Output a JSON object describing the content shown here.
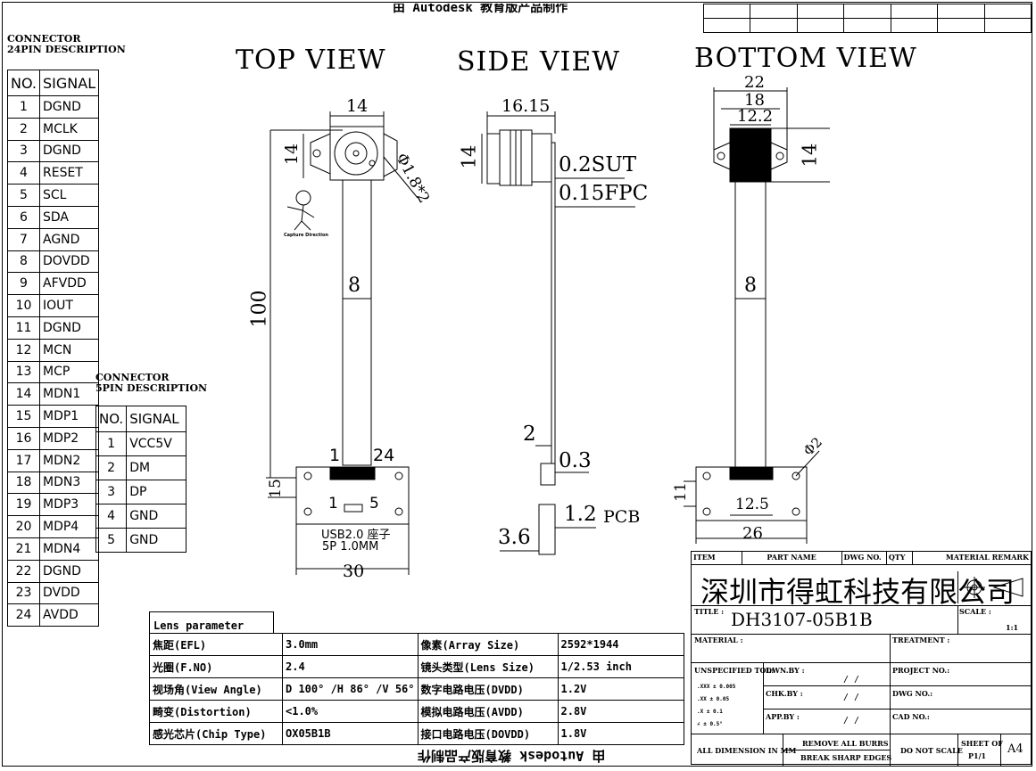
{
  "top_banner": "由 Autodesk 教育版产品制作",
  "bottom_banner": "由 Autodesk 教育版产品制作",
  "connector24": {
    "title_line1": "CONNECTOR",
    "title_line2": "24PIN DESCRIPTION",
    "col_no": "NO.",
    "col_signal": "SIGNAL",
    "pins": [
      {
        "no": "1",
        "signal": "DGND"
      },
      {
        "no": "2",
        "signal": "MCLK"
      },
      {
        "no": "3",
        "signal": "DGND"
      },
      {
        "no": "4",
        "signal": "RESET"
      },
      {
        "no": "5",
        "signal": "SCL"
      },
      {
        "no": "6",
        "signal": "SDA"
      },
      {
        "no": "7",
        "signal": "AGND"
      },
      {
        "no": "8",
        "signal": "DOVDD"
      },
      {
        "no": "9",
        "signal": "AFVDD"
      },
      {
        "no": "10",
        "signal": "IOUT"
      },
      {
        "no": "11",
        "signal": "DGND"
      },
      {
        "no": "12",
        "signal": "MCN"
      },
      {
        "no": "13",
        "signal": "MCP"
      },
      {
        "no": "14",
        "signal": "MDN1"
      },
      {
        "no": "15",
        "signal": "MDP1"
      },
      {
        "no": "16",
        "signal": "MDP2"
      },
      {
        "no": "17",
        "signal": "MDN2"
      },
      {
        "no": "18",
        "signal": "MDN3"
      },
      {
        "no": "19",
        "signal": "MDP3"
      },
      {
        "no": "20",
        "signal": "MDP4"
      },
      {
        "no": "21",
        "signal": "MDN4"
      },
      {
        "no": "22",
        "signal": "DGND"
      },
      {
        "no": "23",
        "signal": "DVDD"
      },
      {
        "no": "24",
        "signal": "AVDD"
      }
    ]
  },
  "connector5": {
    "title_line1": "CONNECTOR",
    "title_line2": "5PIN DESCRIPTION",
    "col_no": "NO.",
    "col_signal": "SIGNAL",
    "pins": [
      {
        "no": "1",
        "signal": "VCC5V"
      },
      {
        "no": "2",
        "signal": "DM"
      },
      {
        "no": "3",
        "signal": "DP"
      },
      {
        "no": "4",
        "signal": "GND"
      },
      {
        "no": "5",
        "signal": "GND"
      }
    ]
  },
  "views": {
    "top": "TOP VIEW",
    "side": "SIDE VIEW",
    "bottom": "BOTTOM VIEW"
  },
  "top_view": {
    "dim_width": "14",
    "dim_height": "14",
    "dim_hole": "Φ1.8*2",
    "dim_length": "100",
    "dim_fpc": "8",
    "dim_board_h": "15",
    "dim_board_w": "30",
    "pin_first": "1",
    "pin_last": "24",
    "usb_pin_first": "1",
    "usb_pin_last": "5",
    "usb_label1": "USB2.0 座子",
    "usb_label2": "5P 1.0MM",
    "mascot_caption": "Capture Direction"
  },
  "side_view": {
    "dim_width": "16.15",
    "dim_height": "14",
    "dim_sut": "0.2SUT",
    "dim_fpc": "0.15FPC",
    "dim_2": "2",
    "dim_03": "0.3",
    "dim_pcb_val": "1.2",
    "dim_pcb_unit": "PCB",
    "dim_36": "3.6"
  },
  "bottom_view": {
    "dim_22": "22",
    "dim_18": "18",
    "dim_122": "12.2",
    "dim_14": "14",
    "dim_8": "8",
    "dim_11": "11",
    "dim_125": "12.5",
    "dim_26": "26",
    "dim_hole": "Φ2"
  },
  "lens": {
    "title": "Lens parameter",
    "rows": [
      {
        "k1": "焦距(EFL)",
        "v1": "3.0mm",
        "k2": "像素(Array Size)",
        "v2": "2592*1944"
      },
      {
        "k1": "光圈(F.NO)",
        "v1": "2.4",
        "k2": "镜头类型(Lens Size)",
        "v2": "1/2.53 inch"
      },
      {
        "k1": "视场角(View Angle)",
        "v1": "D 100° /H 86° /V 56°",
        "k2": "数字电路电压(DVDD)",
        "v2": "1.2V"
      },
      {
        "k1": "畸变(Distortion)",
        "v1": "<1.0%",
        "k2": "模拟电路电压(AVDD)",
        "v2": "2.8V"
      },
      {
        "k1": "感光芯片(Chip Type)",
        "v1": "OX05B1B",
        "k2": "接口电路电压(DOVDD)",
        "v2": "1.8V"
      }
    ]
  },
  "title_block": {
    "h_item": "ITEM",
    "h_part": "PART NAME",
    "h_dwg": "DWG NO.",
    "h_qty": "QTY",
    "h_material": "MATERIAL",
    "h_remark": "REMARK",
    "company": "深圳市得虹科技有限公司",
    "title_label": "TITLE :",
    "title_value": "DH3107-05B1B",
    "scale_label": "SCALE :",
    "scale_value": "1:1",
    "material_label": "MATERIAL :",
    "treatment_label": "TREATMENT :",
    "tol_label": "UNSPECIFIED TOL:",
    "tol_xxx": ".XXX ± 0.005",
    "tol_xx": ".XX ± 0.05",
    "tol_x": ".X ± 0.1",
    "tol_ang": "∠ ± 0.5°",
    "dwn": "DWN.BY :",
    "chk": "CHK.BY :",
    "app": "APP.BY :",
    "slash": "/ /",
    "project": "PROJECT NO.:",
    "dwg_no": "DWG NO.:",
    "cad_no": "CAD NO.:",
    "all_dim": "ALL DIMENSION IN MM",
    "remove_burrs": "REMOVE ALL BURRS",
    "break_edges": "BREAK SHARP EDGES",
    "no_scale": "DO NOT SCALE",
    "sheet_label": "SHEET OF",
    "sheet_value": "P1/1",
    "size": "A4"
  },
  "colors": {
    "line": "#000000",
    "paper": "#ffffff"
  }
}
